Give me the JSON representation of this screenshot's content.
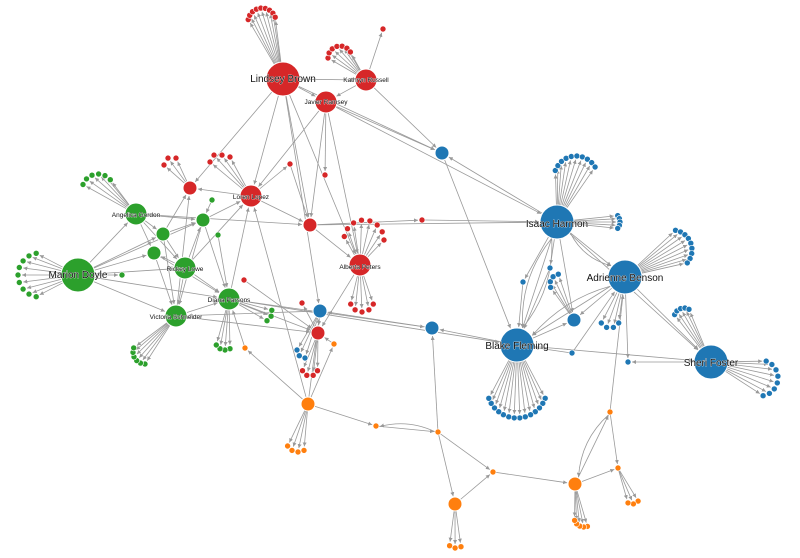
{
  "colors": {
    "red": "#d62728",
    "green": "#2ca02c",
    "blue": "#1f77b4",
    "orange": "#ff7f0e",
    "edge": "#999999"
  },
  "labels": {
    "lindsey": "Lindsey Brown",
    "kathryn": "Kathryn Russell",
    "javier": "Javier Ramsey",
    "loren": "Loren Lopez",
    "alberta": "Alberta Peters",
    "angelica": "Angelica Gordon",
    "marion": "Marion Doyle",
    "rickey": "Rickey Lowe",
    "diana": "Diana Parsons",
    "victoria": "Victoria Schneider",
    "isaac": "Isaac Harmon",
    "adrienne": "Adrienne Benson",
    "blake": "Blake Fleming",
    "sheri": "Sheri Foster"
  }
}
